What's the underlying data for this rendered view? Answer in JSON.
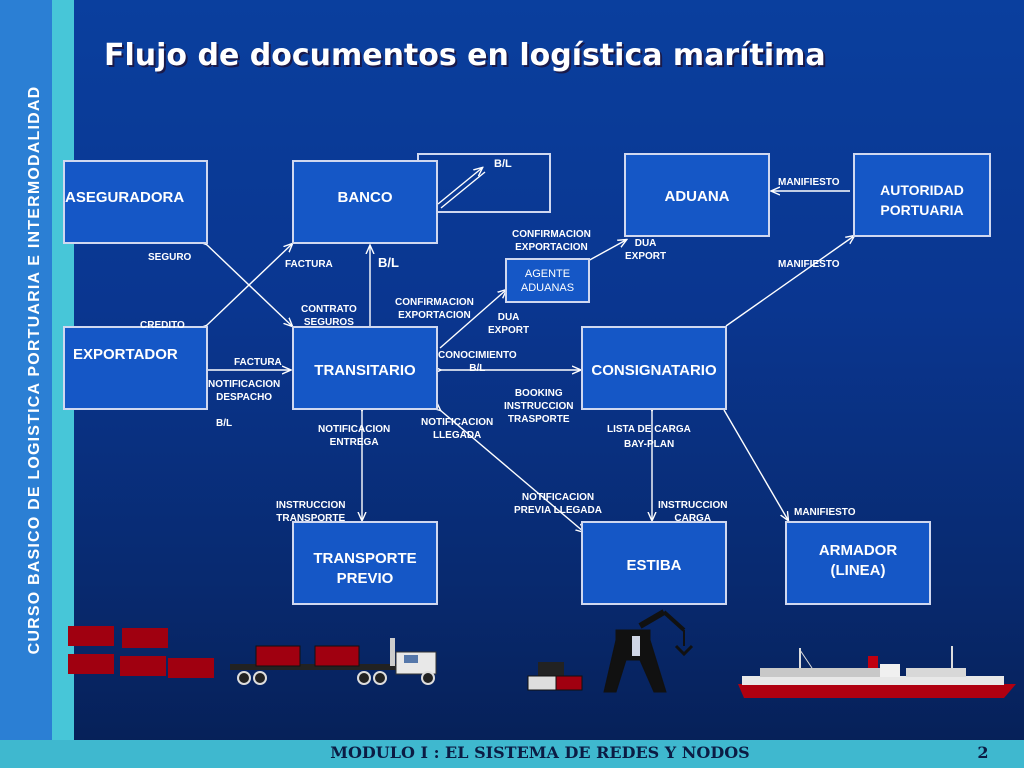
{
  "slide": {
    "title": "Flujo de documentos en logística marítima",
    "sidebar_text": "CURSO BASICO DE LOGISTICA PORTUARIA E INTERMODALIDAD",
    "footer_title": "MODULO I : EL SISTEMA DE REDES Y NODOS",
    "page_number": "2"
  },
  "colors": {
    "background": "#0a3f9e",
    "node_fill": "#1557c6",
    "node_border": "#d0d8f0",
    "sidebar": "#2b7fd4",
    "accent_band": "#47c6d8",
    "cargo_red": "#a00010"
  },
  "nodes": {
    "aseguradora": "ASEGURADORA",
    "banco": "BANCO",
    "aduana": "ADUANA",
    "autoridad_line1": "AUTORIDAD",
    "autoridad_line2": "PORTUARIA",
    "agente_line1": "AGENTE",
    "agente_line2": "ADUANAS",
    "exportador": "EXPORTADOR",
    "transitario": "TRANSITARIO",
    "consignatario": "CONSIGNATARIO",
    "transporte_line1": "TRANSPORTE",
    "transporte_line2": "PREVIO",
    "estiba": "ESTIBA",
    "armador_line1": "ARMADOR",
    "armador_line2": "(LINEA)"
  },
  "labels": {
    "bl_top": "B/L",
    "manifiesto_top": "MANIFIESTO",
    "manifiesto_right": "MANIFIESTO",
    "manifiesto_bottom": "MANIFIESTO",
    "confirmacion_1a": "CONFIRMACION",
    "confirmacion_1b": "EXPORTACION",
    "dua_1a": "DUA",
    "dua_1b": "EXPORT",
    "seguro": "SEGURO",
    "factura_1": "FACTURA",
    "bl_banco": "B/L",
    "contrato_a": "CONTRATO",
    "contrato_b": "SEGUROS",
    "confirmacion_2a": "CONFIRMACION",
    "confirmacion_2b": "EXPORTACION",
    "dua_2a": "DUA",
    "dua_2b": "EXPORT",
    "credito": "CREDITO",
    "factura_2": "FACTURA",
    "notificacion_despacho_a": "NOTIFICACION",
    "notificacion_despacho_b": "DESPACHO",
    "conocimiento_a": "CONOCIMIENTO",
    "conocimiento_b": "B/L",
    "booking_a": "BOOKING",
    "booking_b": "INSTRUCCION",
    "booking_c": "TRASPORTE",
    "bl_exportador": "B/L",
    "notificacion_entrega_a": "NOTIFICACION",
    "notificacion_entrega_b": "ENTREGA",
    "notificacion_llegada_a": "NOTIFICACION",
    "notificacion_llegada_b": "LLEGADA",
    "lista_carga": "LISTA DE CARGA",
    "bay_plan": "BAY-PLAN",
    "instruccion_transporte_a": "INSTRUCCION",
    "instruccion_transporte_b": "TRANSPORTE",
    "notificacion_previa_a": "NOTIFICACION",
    "notificacion_previa_b": "PREVIA LLEGADA",
    "instruccion_carga_a": "INSTRUCCION",
    "instruccion_carga_b": "CARGA"
  }
}
